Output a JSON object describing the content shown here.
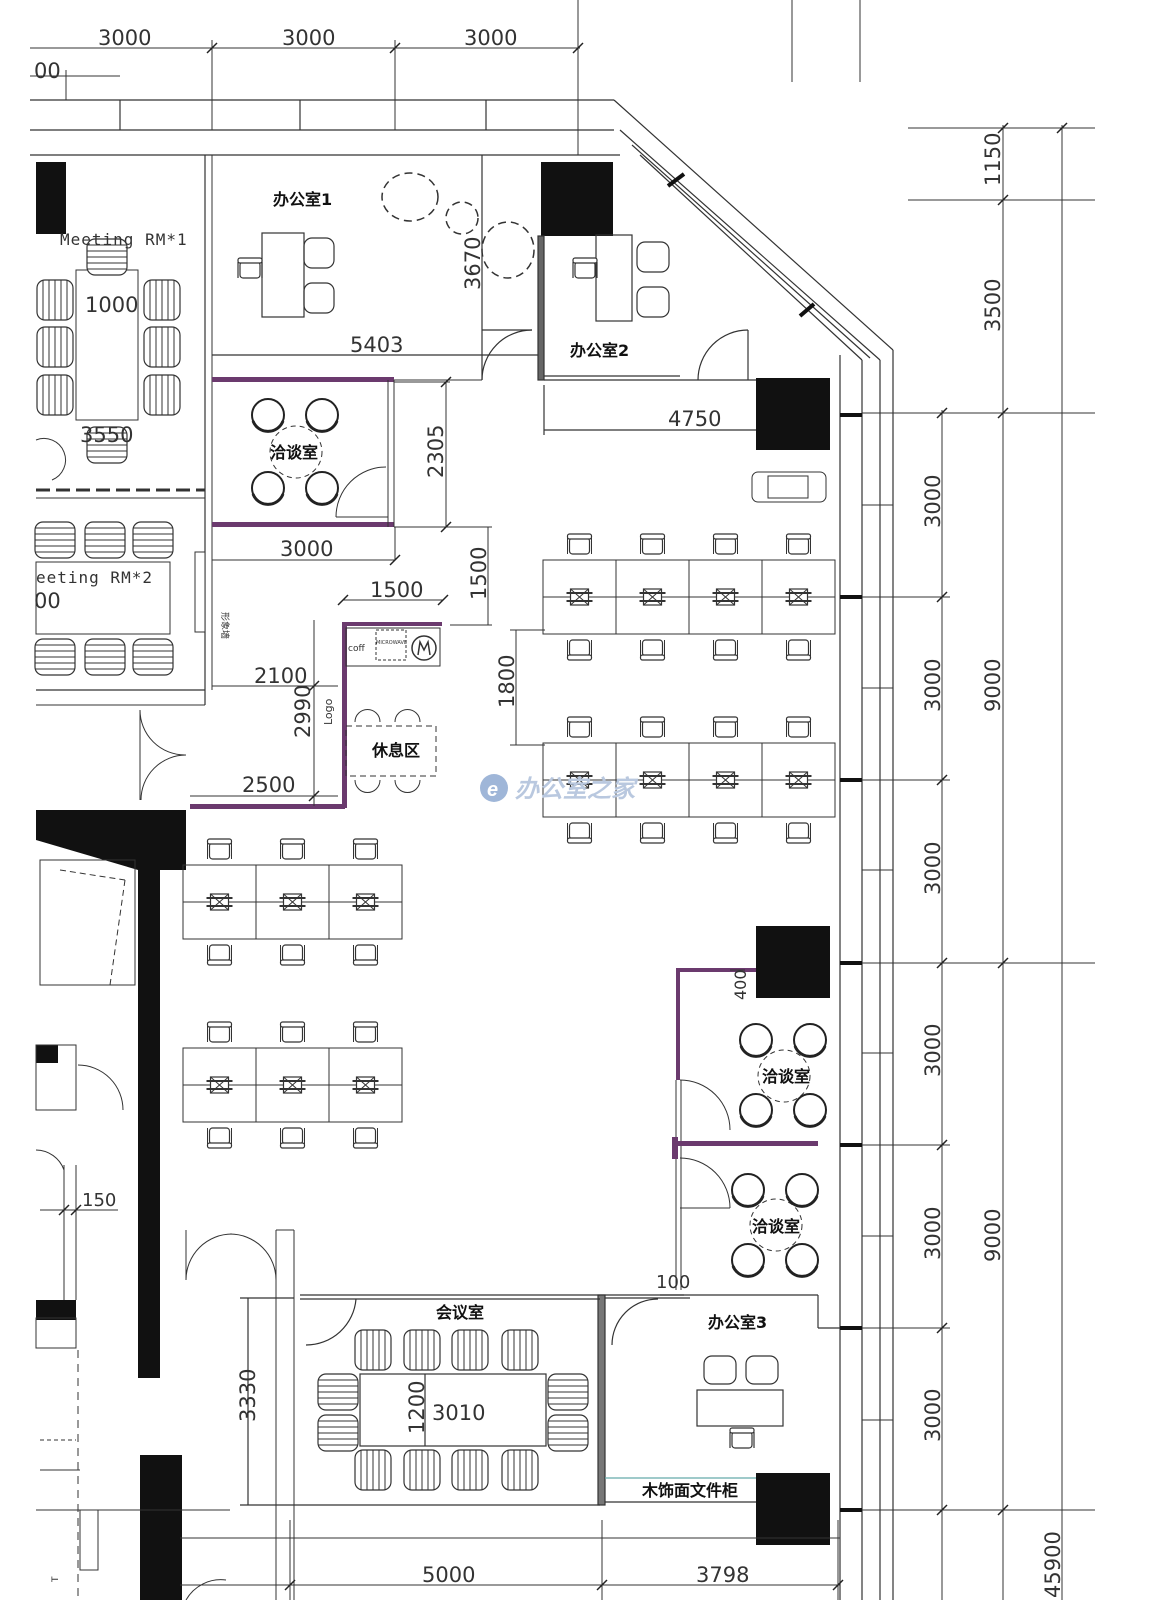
{
  "rooms": {
    "office1": "办公室1",
    "office2": "办公室2",
    "office3": "办公室3",
    "negotiation_top": "洽谈室",
    "negotiation_right_1": "洽谈室",
    "negotiation_right_2": "洽谈室",
    "meeting_room": "会议室",
    "lounge": "休息区",
    "meeting_rm1": "Meeting RM*1",
    "meeting_rm2": "eeting RM*2",
    "cabinet": "木饰面文件柜",
    "wall_vertical": "形象墙",
    "logo": "Logo",
    "coffee": "coff",
    "microwave": "MICROWAVE"
  },
  "dimensions": {
    "top_1": "3000",
    "top_2": "3000",
    "top_3": "3000",
    "top_left_partial": "00",
    "left_partial": "00",
    "office1_width": "5403",
    "office1_height": "3670",
    "meeting1_table": "1000",
    "meeting1_len": "3550",
    "neg_height": "2305",
    "neg_width": "3000",
    "gap_1500_v": "1500",
    "pantry_1500": "1500",
    "lounge_2100": "2100",
    "lounge_2990": "2990",
    "lounge_2500": "2500",
    "office2_4750": "4750",
    "desk_gap_1800": "1800",
    "small_400": "400",
    "small_150": "150",
    "small_100": "100",
    "meeting_h_3330": "3330",
    "table_1200": "1200",
    "table_3010": "3010",
    "bottom_5000": "5000",
    "bottom_3798": "3798",
    "right_1150": "1150",
    "right_3500": "3500",
    "right_3000_a": "3000",
    "right_3000_b": "3000",
    "right_3000_c": "3000",
    "right_3000_d": "3000",
    "right_3000_e": "3000",
    "right_3000_f": "3000",
    "right_9000_a": "9000",
    "right_9000_b": "9000",
    "right_45900": "45900"
  },
  "watermark": "办公室之家",
  "colors": {
    "wall": "#111111",
    "partition": "#6b3a6e",
    "line": "#333333"
  }
}
